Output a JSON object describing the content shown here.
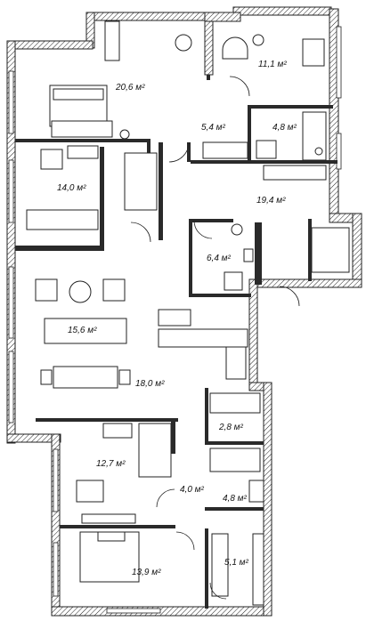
{
  "rooms": [
    {
      "id": "bedroom-top",
      "area": "20,6 м²"
    },
    {
      "id": "study",
      "area": "11,1 м²"
    },
    {
      "id": "corridor-small",
      "area": "5,4 м²"
    },
    {
      "id": "bath-top",
      "area": "4,8 м²"
    },
    {
      "id": "bedroom-mid",
      "area": "14,0 м²"
    },
    {
      "id": "hall",
      "area": "19,4 м²"
    },
    {
      "id": "wc",
      "area": "6,4 м²"
    },
    {
      "id": "living",
      "area": "15,6 м²"
    },
    {
      "id": "kitchen-dining",
      "area": "18,0 м²"
    },
    {
      "id": "wardrobe",
      "area": "2,8 м²"
    },
    {
      "id": "bedroom-lower",
      "area": "12,7 м²"
    },
    {
      "id": "corridor-lower",
      "area": "4,0 м²"
    },
    {
      "id": "bath-lower",
      "area": "4,8 м²"
    },
    {
      "id": "bedroom-bottom",
      "area": "13,9 м²"
    },
    {
      "id": "closet-bottom",
      "area": "5,1 м²"
    }
  ]
}
